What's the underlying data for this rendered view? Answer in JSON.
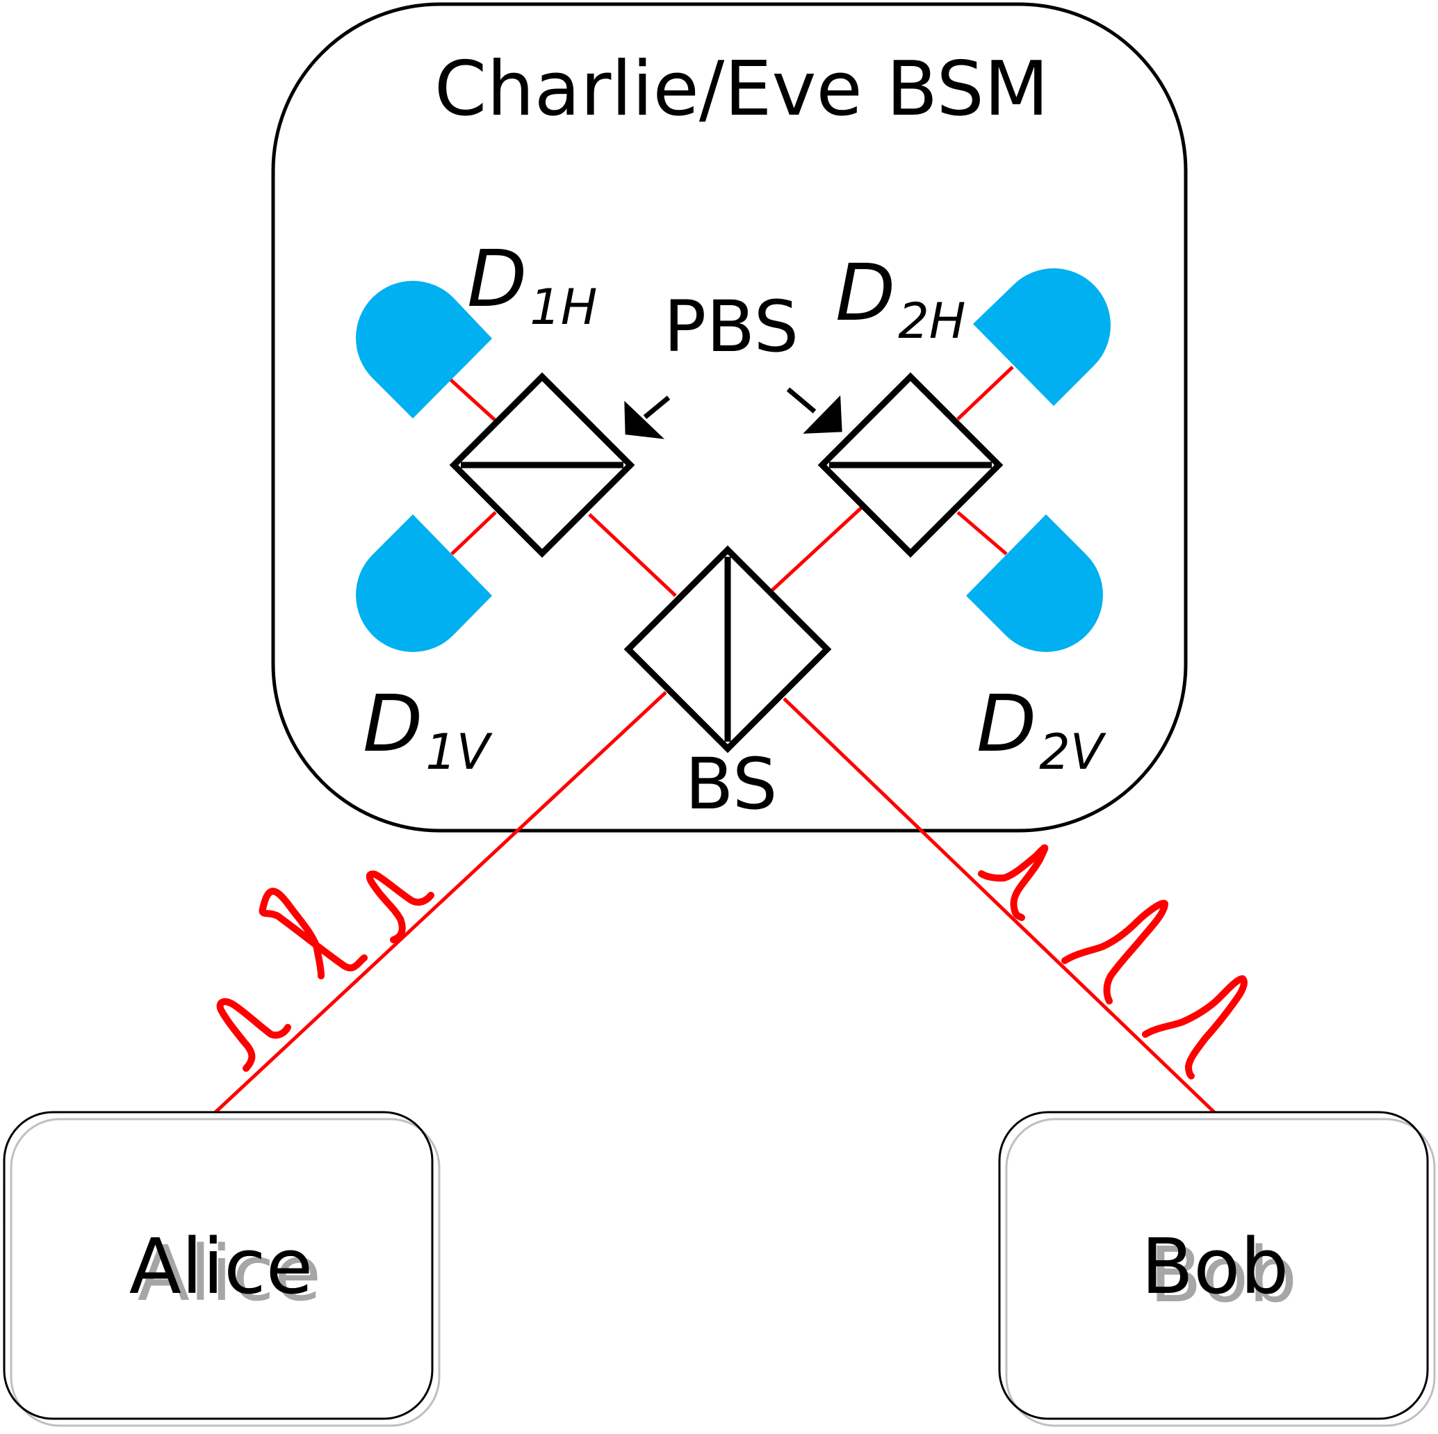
{
  "bsm_box": {
    "title": "Charlie/Eve BSM"
  },
  "components": {
    "pbs_label": "PBS",
    "bs_label": "BS"
  },
  "detectors": [
    {
      "id": "d1h",
      "letter": "D",
      "sub": "1H"
    },
    {
      "id": "d2h",
      "letter": "D",
      "sub": "2H"
    },
    {
      "id": "d1v",
      "letter": "D",
      "sub": "1V"
    },
    {
      "id": "d2v",
      "letter": "D",
      "sub": "2V"
    }
  ],
  "parties": {
    "alice": "Alice",
    "bob": "Bob"
  },
  "colors": {
    "beam": "#ff0000",
    "pulse": "#ff0000",
    "detector": "#00b0f0",
    "outline": "#000000",
    "shadow_text": "#a6a6a6"
  }
}
